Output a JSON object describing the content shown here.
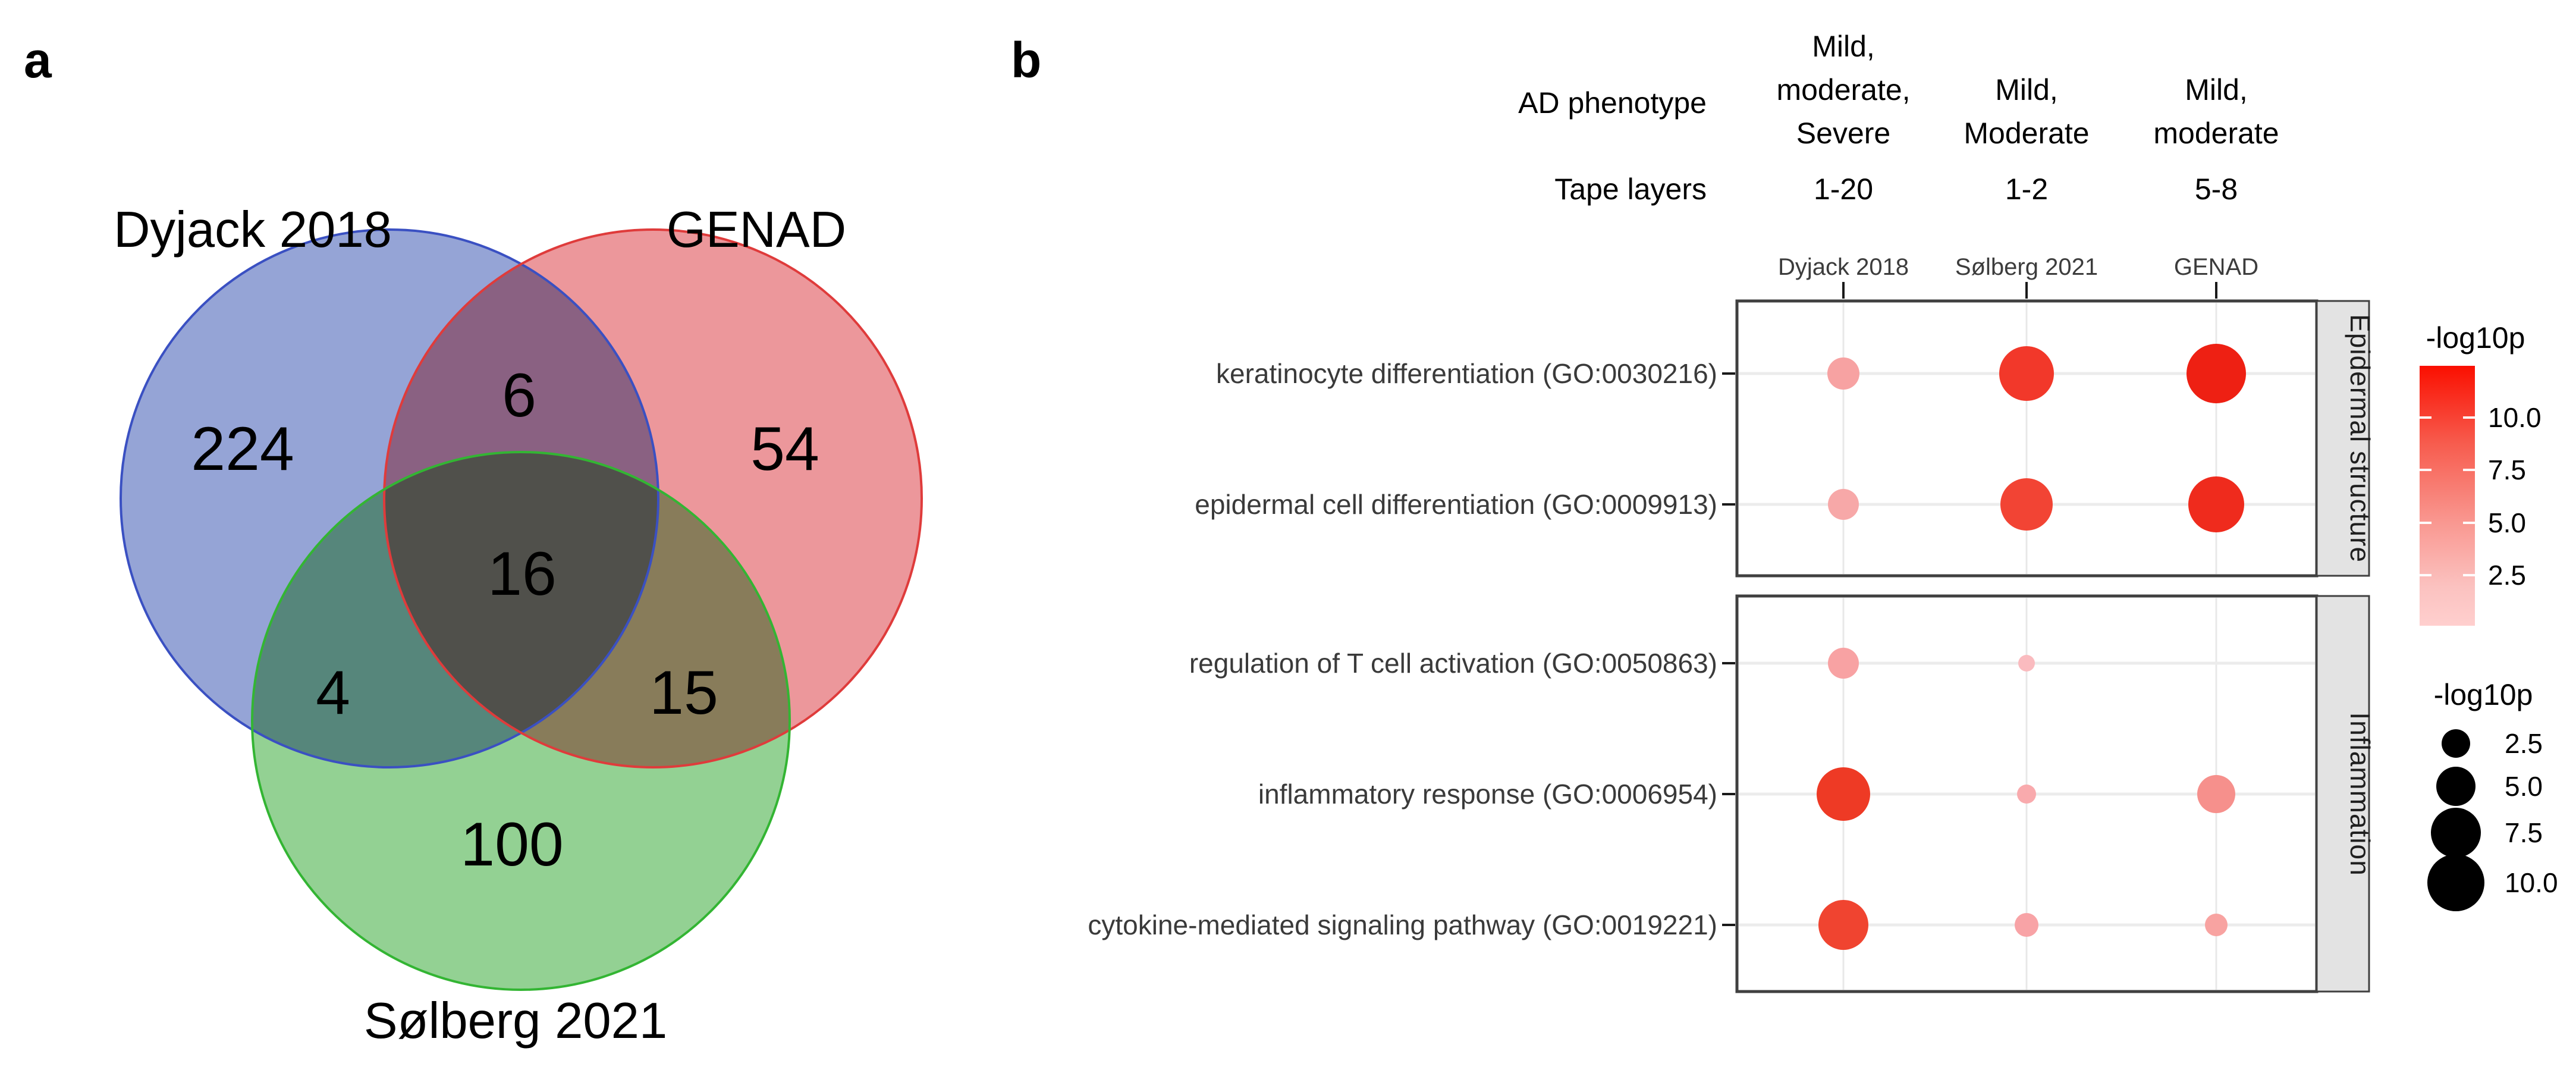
{
  "figure": {
    "panel_a_label": "a",
    "panel_b_label": "b"
  },
  "chart_data": [
    {
      "type": "venn",
      "panel": "a",
      "sets": [
        {
          "name": "Dyjack 2018",
          "fill": "#95A4D6",
          "stroke": "#3A50C2"
        },
        {
          "name": "GENAD",
          "fill": "#EC979B",
          "stroke": "#DF3B3B"
        },
        {
          "name": "Sølberg 2021",
          "fill": "#93D193",
          "stroke": "#33B533"
        }
      ],
      "counts": {
        "dyjack_only": "224",
        "dyjack_genad": "6",
        "genad_only": "54",
        "dyjack_genad_solberg": "16",
        "dyjack_solberg": "4",
        "genad_solberg": "15",
        "solberg_only": "100"
      }
    },
    {
      "type": "scatter",
      "panel": "b",
      "x_categories": [
        "Dyjack 2018",
        "Sølberg 2021",
        "GENAD"
      ],
      "header": {
        "row1_label": "AD phenotype",
        "row2_label": "Tape layers",
        "columns": [
          {
            "study": "Dyjack 2018",
            "phenotype": [
              "Mild,",
              "moderate,",
              "Severe"
            ],
            "tape_layers": "1-20"
          },
          {
            "study": "Sølberg 2021",
            "phenotype": [
              "Mild,",
              "Moderate"
            ],
            "tape_layers": "1-2"
          },
          {
            "study": "GENAD",
            "phenotype": [
              "Mild,",
              "moderate"
            ],
            "tape_layers": "5-8"
          }
        ]
      },
      "facets": [
        {
          "label": "Epidermal structure",
          "terms": [
            "keratinocyte differentiation (GO:0030216)",
            "epidermal cell differentiation (GO:0009913)"
          ]
        },
        {
          "label": "Inflammation",
          "terms": [
            "regulation of T cell activation (GO:0050863)",
            "inflammatory response (GO:0006954)",
            "cytokine-mediated signaling pathway (GO:0019221)"
          ]
        }
      ],
      "value_label": "-log10p",
      "points": [
        {
          "facet": 0,
          "term": 0,
          "study": "Dyjack 2018",
          "value": 2.8,
          "r": 27,
          "color": "#F7A2A2"
        },
        {
          "facet": 0,
          "term": 0,
          "study": "Sølberg 2021",
          "value": 9.5,
          "r": 46,
          "color": "#F2382A"
        },
        {
          "facet": 0,
          "term": 0,
          "study": "GENAD",
          "value": 10.5,
          "r": 50,
          "color": "#EE2013"
        },
        {
          "facet": 0,
          "term": 1,
          "study": "Dyjack 2018",
          "value": 2.7,
          "r": 26,
          "color": "#F7A8A8"
        },
        {
          "facet": 0,
          "term": 1,
          "study": "Sølberg 2021",
          "value": 9.0,
          "r": 44,
          "color": "#F24434"
        },
        {
          "facet": 0,
          "term": 1,
          "study": "GENAD",
          "value": 10.0,
          "r": 47,
          "color": "#EF2B1D"
        },
        {
          "facet": 1,
          "term": 0,
          "study": "Dyjack 2018",
          "value": 3.0,
          "r": 26,
          "color": "#F8A2A3"
        },
        {
          "facet": 1,
          "term": 0,
          "study": "Sølberg 2021",
          "value": 1.2,
          "r": 14,
          "color": "#FABBBF"
        },
        {
          "facet": 1,
          "term": 1,
          "study": "Dyjack 2018",
          "value": 9.0,
          "r": 45,
          "color": "#EE3A25"
        },
        {
          "facet": 1,
          "term": 1,
          "study": "Sølberg 2021",
          "value": 1.5,
          "r": 16,
          "color": "#F9AAAD"
        },
        {
          "facet": 1,
          "term": 1,
          "study": "GENAD",
          "value": 5.0,
          "r": 32,
          "color": "#F6908C"
        },
        {
          "facet": 1,
          "term": 2,
          "study": "Dyjack 2018",
          "value": 8.0,
          "r": 42,
          "color": "#F04430"
        },
        {
          "facet": 1,
          "term": 2,
          "study": "Sølberg 2021",
          "value": 2.0,
          "r": 20,
          "color": "#F8A3A6"
        },
        {
          "facet": 1,
          "term": 2,
          "study": "GENAD",
          "value": 1.9,
          "r": 19,
          "color": "#F8A3A1"
        }
      ],
      "color_scale": {
        "label": "-log10p",
        "ticks": [
          "10.0",
          "7.5",
          "5.0",
          "2.5"
        ],
        "top_color": "#FA0F00",
        "bottom_color": "#FFCFCE"
      },
      "size_scale": {
        "label": "-log10p",
        "ticks": [
          "2.5",
          "5.0",
          "7.5",
          "10.0"
        ]
      }
    }
  ]
}
